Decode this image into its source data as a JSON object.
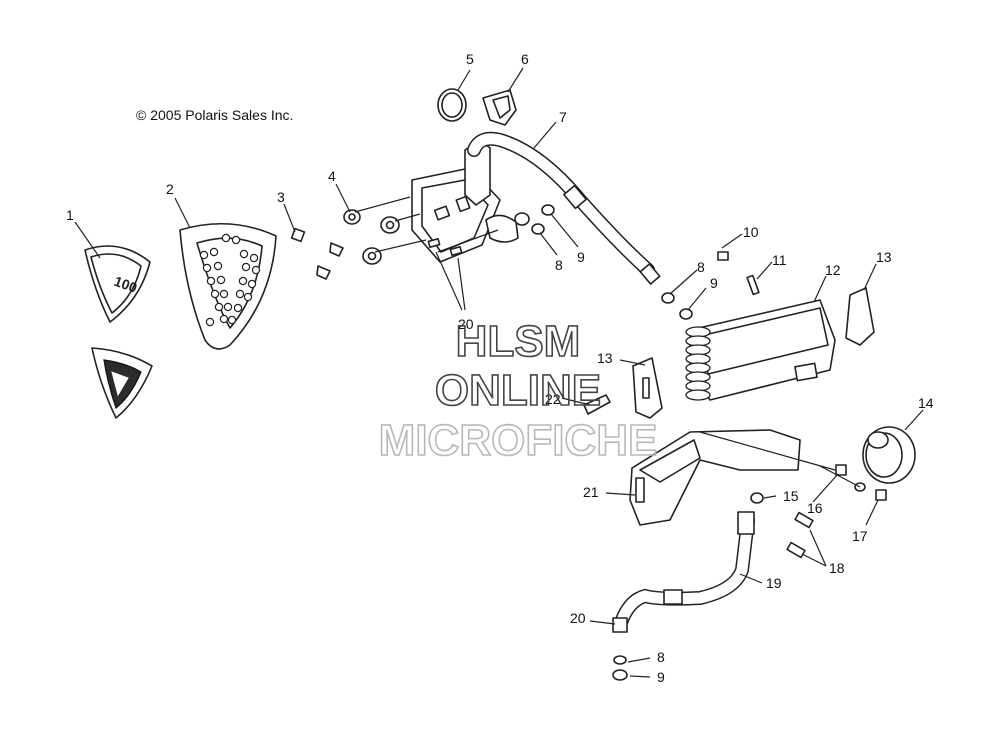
{
  "copyright": "© 2005 Polaris Sales Inc.",
  "watermark": {
    "line1": "HLSM",
    "line2": "ONLINE",
    "line3": "MICROFICHE"
  },
  "badge_text": "100",
  "callouts": {
    "c1": "1",
    "c2": "2",
    "c3": "3",
    "c4": "4",
    "c5": "5",
    "c6": "6",
    "c7": "7",
    "c8a": "8",
    "c9a": "9",
    "c20a": "20",
    "c10": "10",
    "c8b": "8",
    "c9b": "9",
    "c11": "11",
    "c12": "12",
    "c13a": "13",
    "c13b": "13",
    "c22": "22",
    "c14": "14",
    "c15": "15",
    "c16": "16",
    "c17": "17",
    "c21": "21",
    "c18": "18",
    "c19": "19",
    "c20b": "20",
    "c8c": "8",
    "c9c": "9"
  }
}
